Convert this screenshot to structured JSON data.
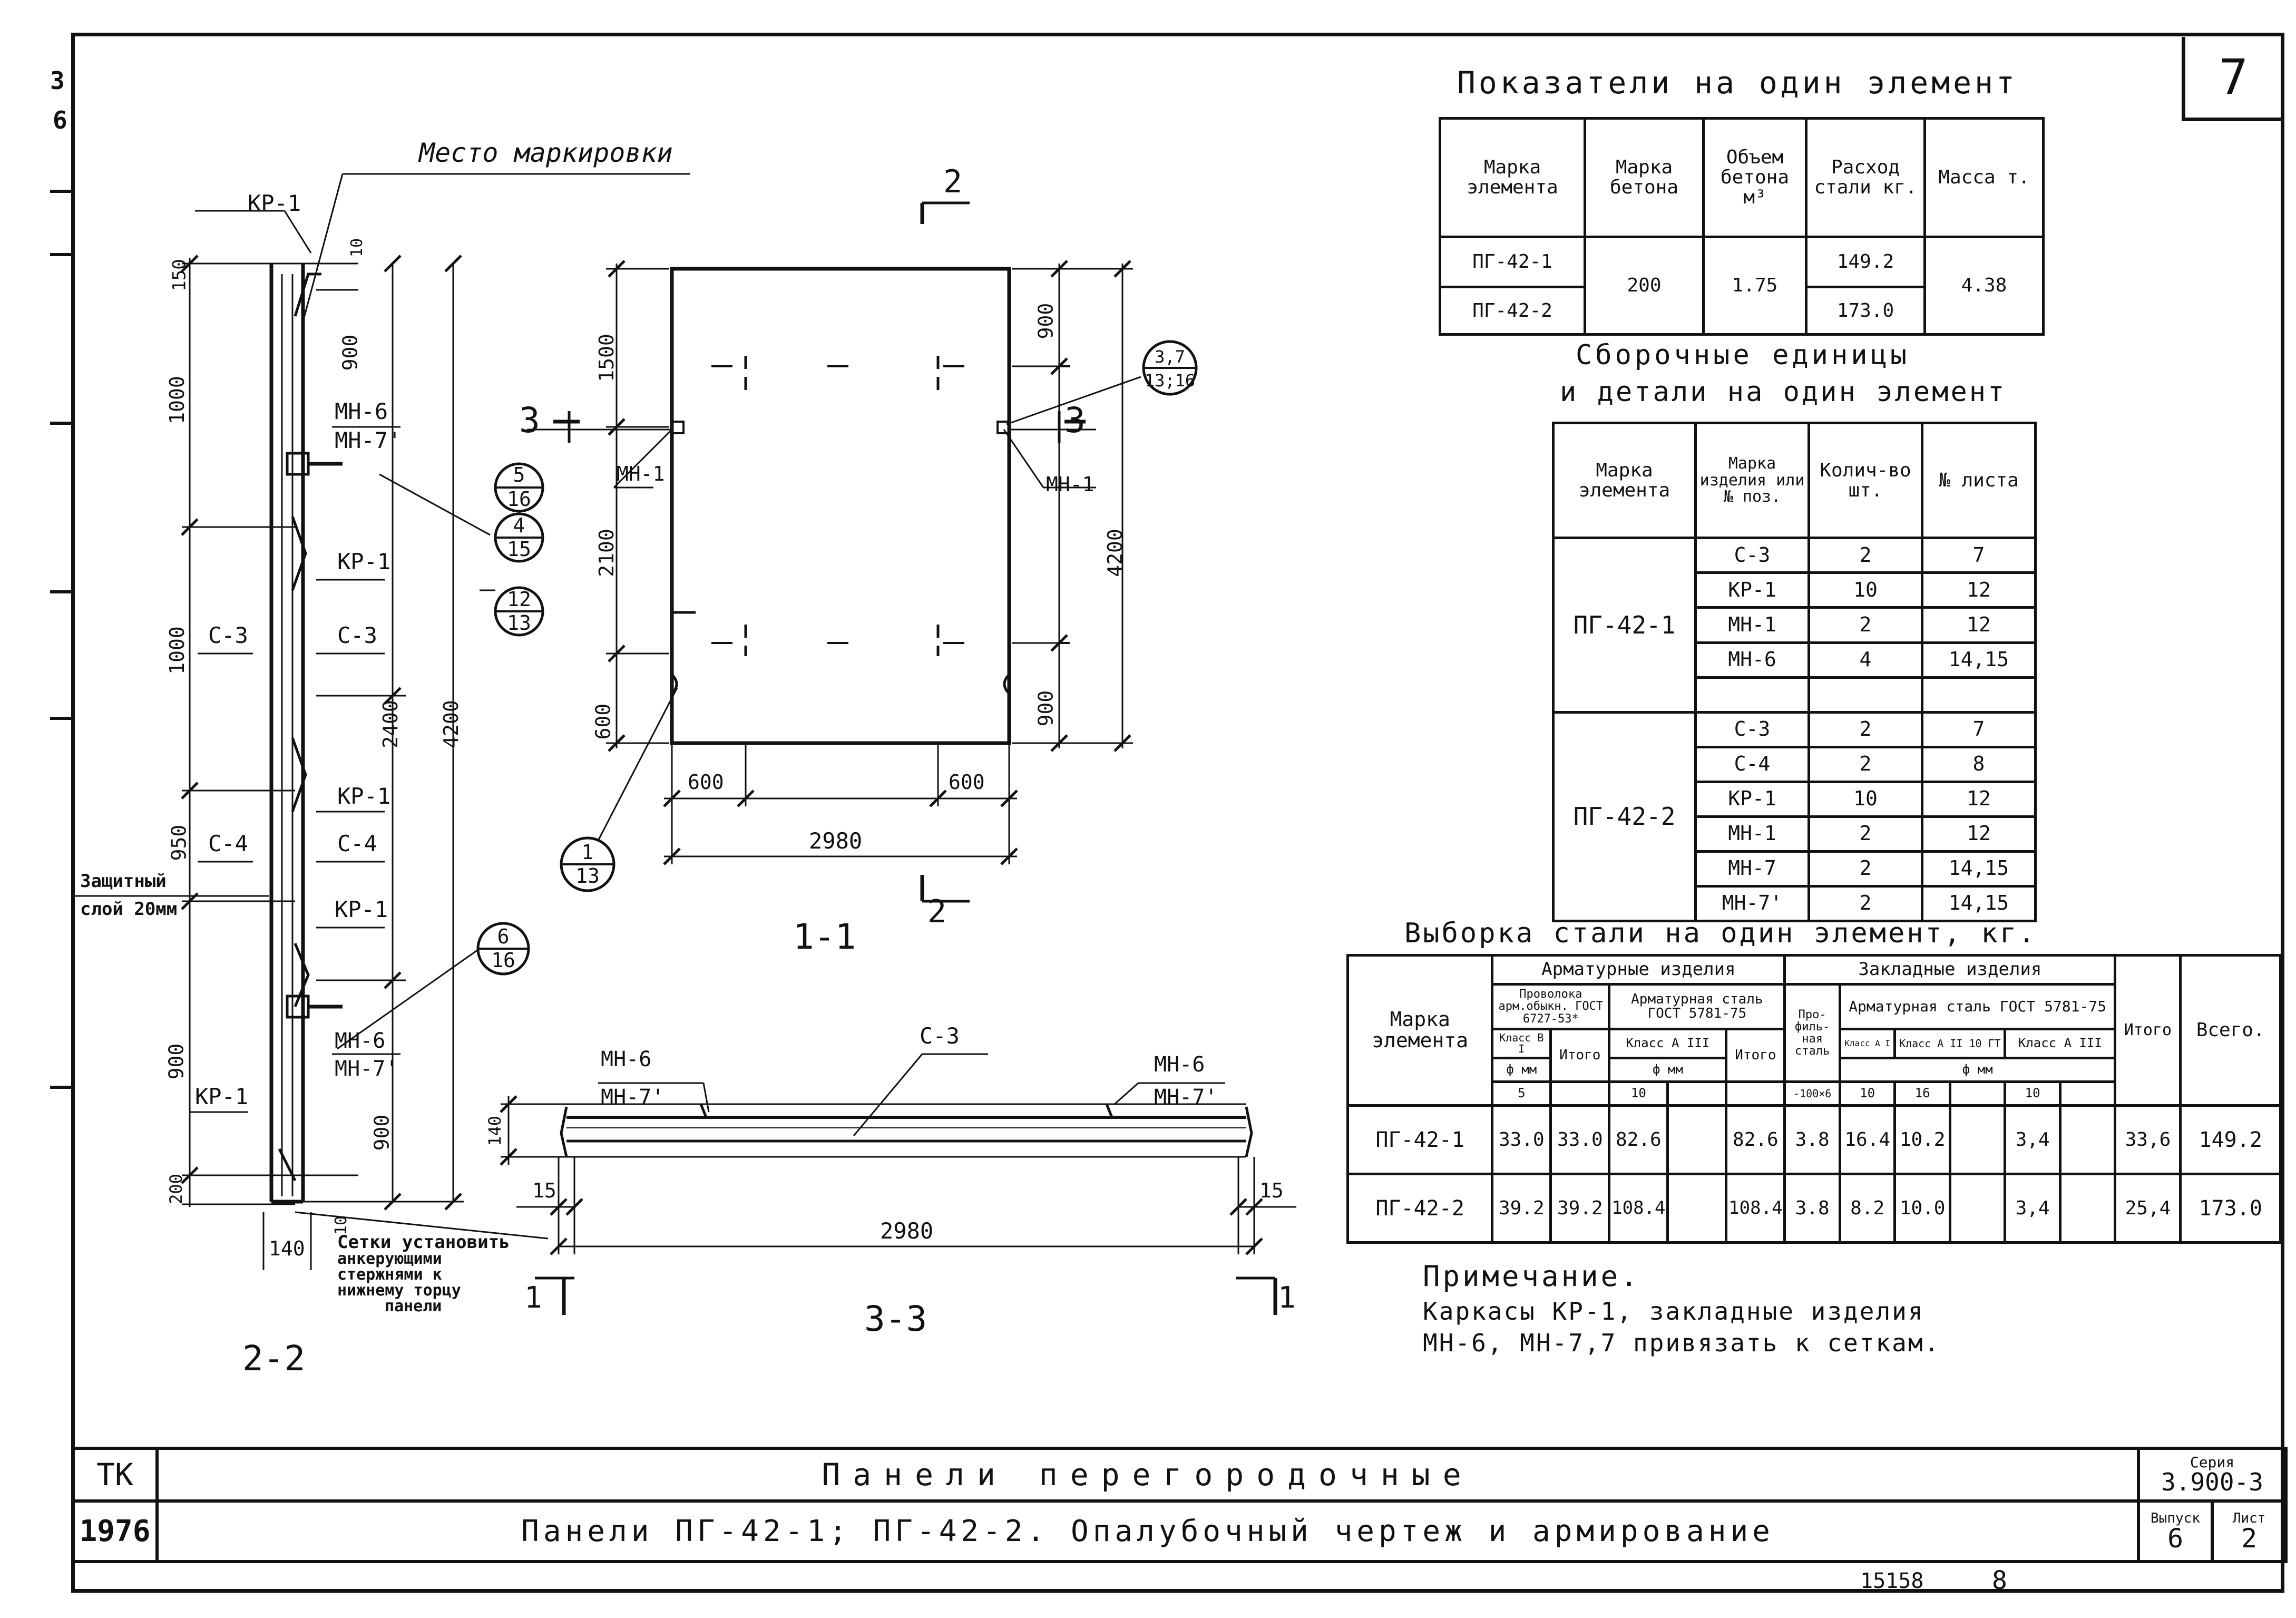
{
  "sheet": {
    "number": "7",
    "margin_mark_top": "3",
    "margin_mark_bottom": "6",
    "page_number": "8",
    "archive_number": "15158"
  },
  "indicators": {
    "title": "Показатели на один элемент",
    "headers": [
      "Марка элемента",
      "Марка бетона",
      "Объем бетона м³",
      "Расход стали кг.",
      "Масса т."
    ],
    "rows": [
      {
        "mark": "ПГ-42-1",
        "steel": "149.2"
      },
      {
        "mark": "ПГ-42-2",
        "steel": "173.0"
      }
    ],
    "concrete_grade": "200",
    "concrete_volume": "1.75",
    "mass": "4.38"
  },
  "assemblies": {
    "title_line1": "Сборочные единицы",
    "title_line2": "и детали на один элемент",
    "headers": [
      "Марка элемента",
      "Марка изделия или № поз.",
      "Колич-во шт.",
      "№ листа"
    ],
    "groups": [
      {
        "element": "ПГ-42-1",
        "rows": [
          [
            "С-3",
            "2",
            "7"
          ],
          [
            "КР-1",
            "10",
            "12"
          ],
          [
            "МН-1",
            "2",
            "12"
          ],
          [
            "МН-6",
            "4",
            "14,15"
          ],
          [
            "",
            "",
            ""
          ]
        ]
      },
      {
        "element": "ПГ-42-2",
        "rows": [
          [
            "С-3",
            "2",
            "7"
          ],
          [
            "С-4",
            "2",
            "8"
          ],
          [
            "КР-1",
            "10",
            "12"
          ],
          [
            "МН-1",
            "2",
            "12"
          ],
          [
            "МН-7",
            "2",
            "14,15"
          ],
          [
            "МН-7'",
            "2",
            "14,15"
          ]
        ]
      }
    ]
  },
  "steel": {
    "title": "Выборка стали на один элемент, кг.",
    "h_mark": "Марка элемента",
    "h_rebar_items": "Арматурные изделия",
    "h_embedded": "Закладные изделия",
    "h_wire": "Проволока арм.обыкн. ГОСТ 6727-53*",
    "h_steel_gost": "Арматурная сталь ГОСТ 5781-75",
    "h_profile": "Про-филь-ная сталь",
    "h_emb_steel": "Арматурная сталь ГОСТ 5781-75",
    "h_class_b1": "Класс В І",
    "h_class_a3": "Класс А ІІІ",
    "h_class_a1": "Класс А І",
    "h_class_a2": "Класс А ІІ 10 ГТ",
    "h_class_a3b": "Класс А ІІІ",
    "h_dia": "ф мм",
    "h_dia_mm": "ф мм",
    "h_total": "Итого",
    "h_total2": "Итого",
    "h_emb_total": "Итого",
    "h_grand": "Всего.",
    "h_profile_size": "-100×6",
    "d5": "5",
    "d10": "10",
    "d10b": "10",
    "d16": "16",
    "d10c": "10",
    "rows": [
      {
        "mark": "ПГ-42-1",
        "w5": "33.0",
        "wt": "33.0",
        "a10": "82.6",
        "at": "82.6",
        "pr": "3.8",
        "e10": "16.4",
        "e16": "10.2",
        "e3": "3,4",
        "et": "33,6",
        "all": "149.2"
      },
      {
        "mark": "ПГ-42-2",
        "w5": "39.2",
        "wt": "39.2",
        "a10": "108.4",
        "at": "108.4",
        "pr": "3.8",
        "e10": "8.2",
        "e16": "10.0",
        "e3": "3,4",
        "et": "25,4",
        "all": "173.0"
      }
    ]
  },
  "note": {
    "title": "Примечание.",
    "line1": "Каркасы КР-1, закладные изделия",
    "line2": "МН-6, МН-7,7 привязать к сеткам."
  },
  "section_22": {
    "label": "2-2",
    "marking_place": "Место маркировки",
    "protective_layer_1": "Защитный",
    "protective_layer_2": "слой 20мм",
    "kp1_a": "КР-1",
    "kp1_b": "КР-1",
    "kp1_c": "КР-1",
    "kp1_d": "КР-1",
    "kp1_e": "КР-1",
    "mh6": "МН-6",
    "mh7": "МН-7'",
    "mh6b": "МН-6",
    "mh7b": "МН-7'",
    "c3a": "С-3",
    "c3b": "С-3",
    "c4a": "С-4",
    "c4b": "С-4",
    "dims_left": [
      "150",
      "1000",
      "1000",
      "950",
      "900",
      "200"
    ],
    "dims_right": [
      "10",
      "900",
      "900",
      "10"
    ],
    "dim_2400": "2400",
    "dim_4200": "4200",
    "dim_140": "140",
    "install_note": [
      "Сетки установить",
      "анкерующими",
      "стержнями к",
      "нижнему торцу",
      "панели"
    ],
    "bubbles": [
      [
        "5",
        "16"
      ],
      [
        "4",
        "15"
      ],
      [
        "12",
        "13"
      ],
      [
        "6",
        "16"
      ]
    ]
  },
  "section_11": {
    "label": "1-1",
    "cut_2": "2",
    "cut_3": "3",
    "mh1_left": "МН-1",
    "mh1_right": "МН-1",
    "dims_left": [
      "1500",
      "2100",
      "600"
    ],
    "dims_right": [
      "900",
      "900"
    ],
    "dim_4200": "4200",
    "dim_600a": "600",
    "dim_600b": "600",
    "dim_2980": "2980",
    "bubble_top": [
      "3,7",
      "13;16"
    ],
    "bubble_bottom": [
      "1",
      "13"
    ]
  },
  "section_33": {
    "label": "3-3",
    "cut_1": "1",
    "c3": "С-3",
    "mh6_l": "МН-6",
    "mh7_l": "МН-7'",
    "mh6_r": "МН-6",
    "mh7_r": "МН-7'",
    "dim_140": "140",
    "dim_15a": "15",
    "dim_15b": "15",
    "dim_2980": "2980"
  },
  "title_block": {
    "org": "ТК",
    "year": "1976",
    "line1": "Панели перегородочные",
    "line2": "Панели ПГ-42-1; ПГ-42-2. Опалубочный чертеж и армирование",
    "series_label": "Серия",
    "series": "3.900-3",
    "issue_label": "Выпуск",
    "issue": "6",
    "sheet_label": "Лист",
    "sheet": "2"
  }
}
